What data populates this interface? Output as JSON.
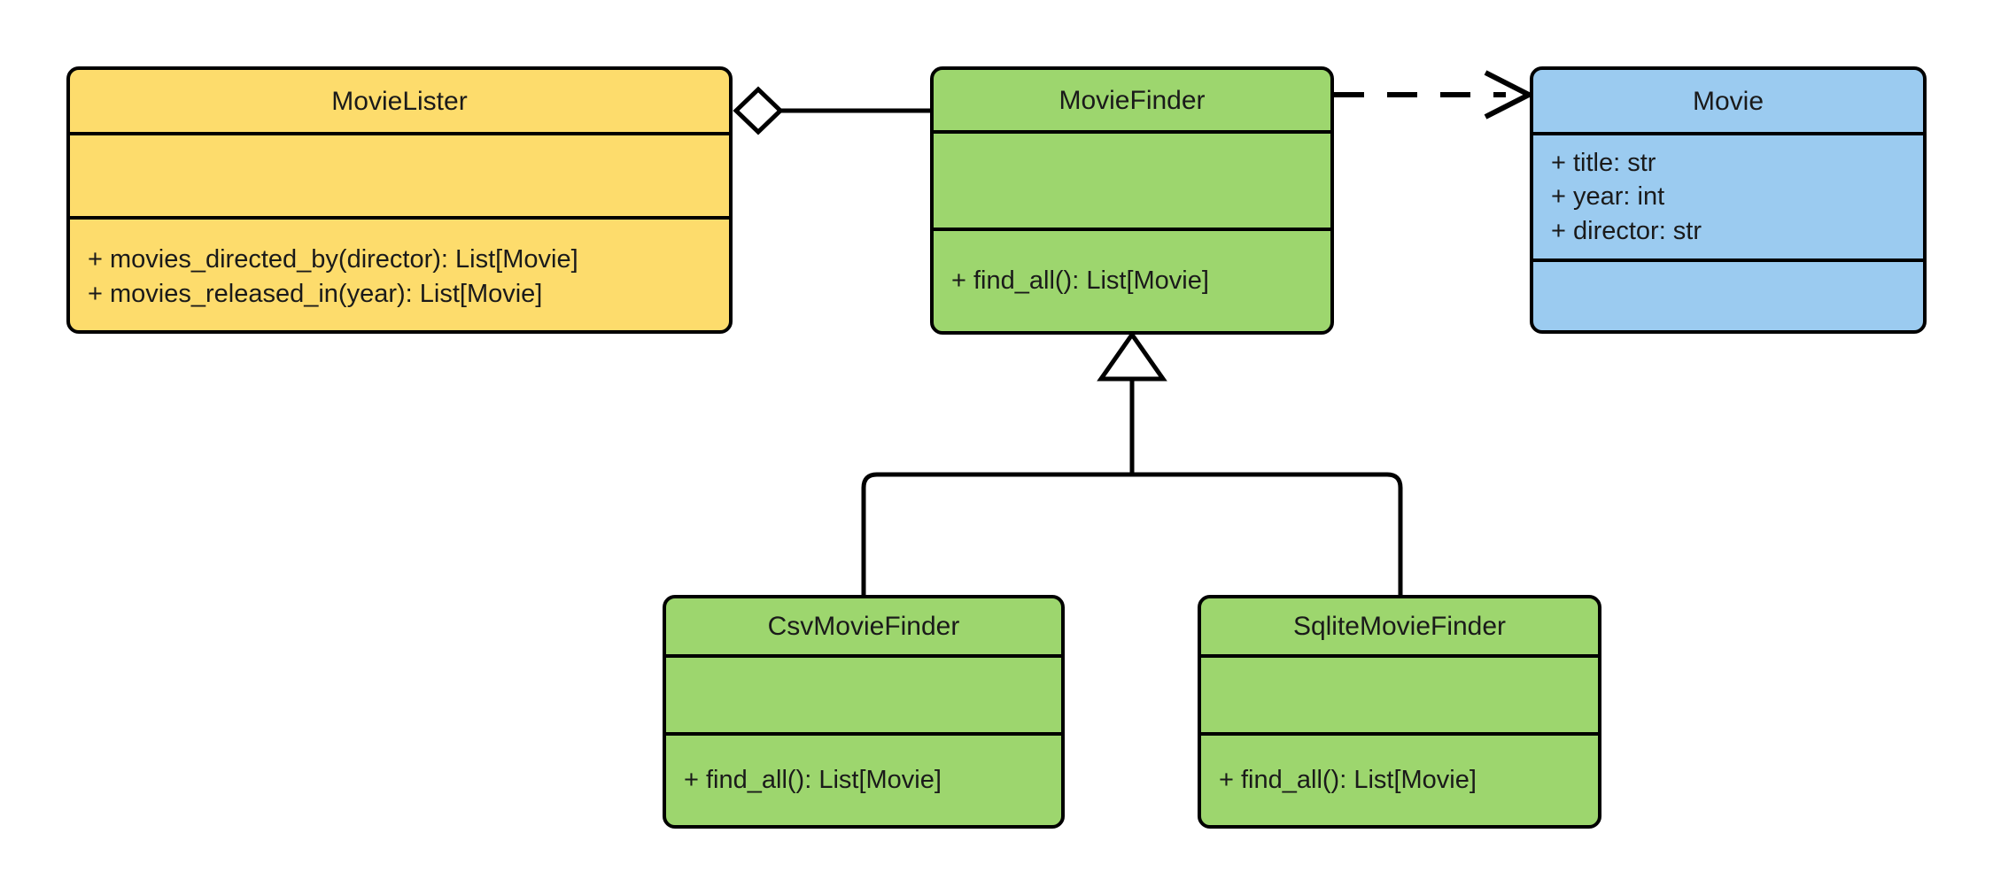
{
  "diagram": {
    "type": "uml-class-diagram",
    "title": "MovieLister / MovieFinder dependency injection class diagram",
    "background": "#ffffff",
    "line_color": "#000000",
    "text_color": "#1a1a1a",
    "palette": {
      "yellow": "#FDDC6C",
      "green": "#9DD66E",
      "blue": "#9BCBF0",
      "stroke": "#000000",
      "white": "#ffffff"
    }
  },
  "classes": {
    "movie_lister": {
      "name": "MovieLister",
      "fill": "#FDDC6C",
      "attributes": [],
      "methods": [
        "+ movies_directed_by(director): List[Movie]",
        "+ movies_released_in(year): List[Movie]"
      ]
    },
    "movie_finder": {
      "name": "MovieFinder",
      "fill": "#9DD66E",
      "attributes": [],
      "methods": [
        "+ find_all(): List[Movie]"
      ]
    },
    "movie": {
      "name": "Movie",
      "fill": "#9BCBF0",
      "attributes": [
        "+ title: str",
        "+ year: int",
        "+ director: str"
      ],
      "methods": []
    },
    "csv_movie_finder": {
      "name": "CsvMovieFinder",
      "fill": "#9DD66E",
      "attributes": [],
      "methods": [
        "+ find_all(): List[Movie]"
      ]
    },
    "sqlite_movie_finder": {
      "name": "SqliteMovieFinder",
      "fill": "#9DD66E",
      "attributes": [],
      "methods": [
        "+ find_all(): List[Movie]"
      ]
    }
  },
  "relationships": [
    {
      "id": "aggregation",
      "kind": "aggregation",
      "from": "MovieLister",
      "to": "MovieFinder",
      "marker": "hollow-diamond",
      "line": "solid"
    },
    {
      "id": "dependency",
      "kind": "dependency",
      "from": "MovieFinder",
      "to": "Movie",
      "marker": "open-arrow",
      "line": "dashed"
    },
    {
      "id": "inherit-csv",
      "kind": "generalization",
      "from": "CsvMovieFinder",
      "to": "MovieFinder",
      "marker": "hollow-triangle",
      "line": "solid"
    },
    {
      "id": "inherit-sqlite",
      "kind": "generalization",
      "from": "SqliteMovieFinder",
      "to": "MovieFinder",
      "marker": "hollow-triangle",
      "line": "solid"
    }
  ]
}
